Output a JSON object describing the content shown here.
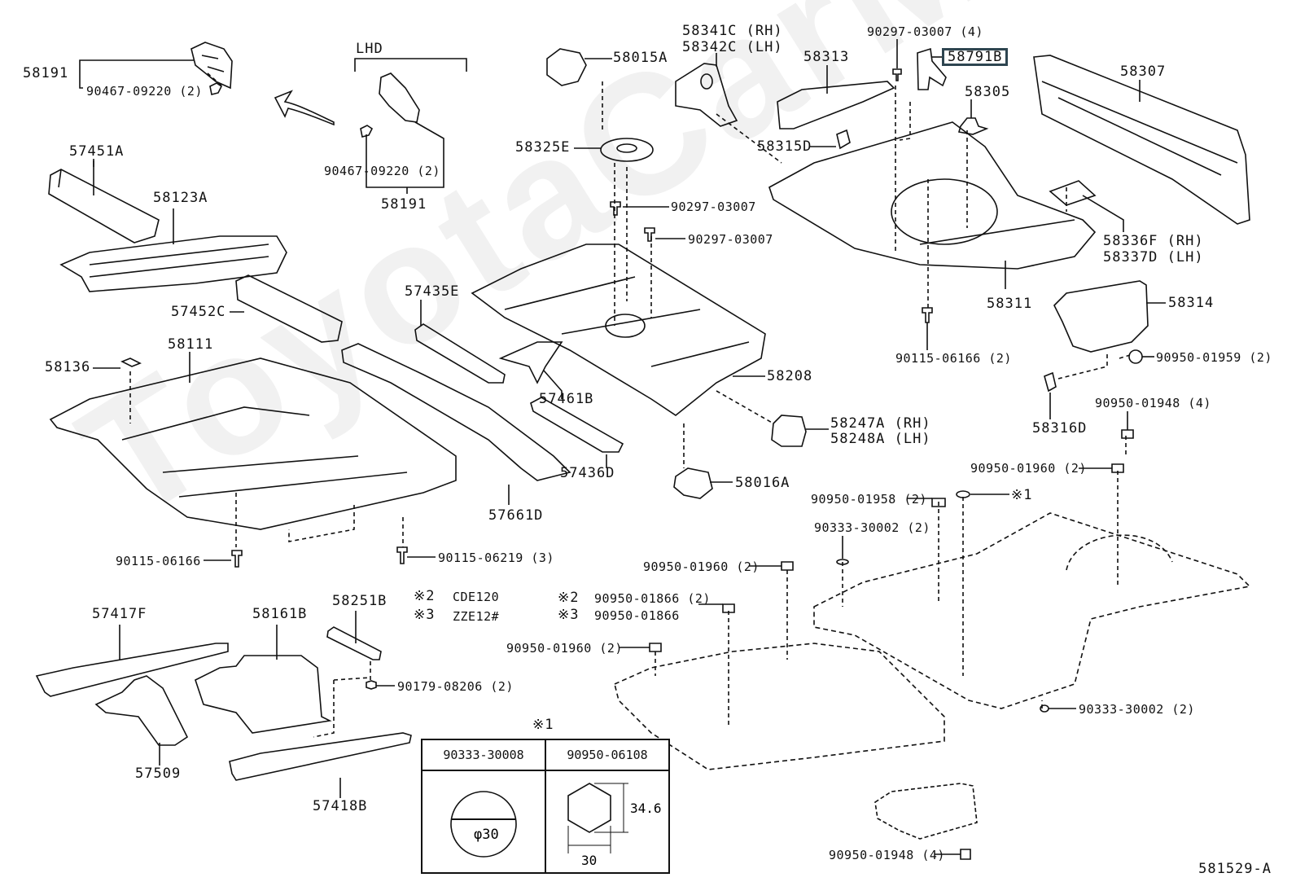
{
  "diagram": {
    "title": "Floor Pan & Lower Back Panel",
    "reference_code": "581529-A",
    "watermark": "ToyotaCarMirror",
    "highlighted_part": "58791B",
    "highlight_color": "#2e4550",
    "lhd_label": "LHD",
    "arrow_icon": "curved-arrow",
    "parts": [
      {
        "id": "p1",
        "label": "58191"
      },
      {
        "id": "p2",
        "label": "90467-09220 (2)"
      },
      {
        "id": "p3",
        "label": "90467-09220 (2)"
      },
      {
        "id": "p4",
        "label": "58191"
      },
      {
        "id": "p5",
        "label": "57451A"
      },
      {
        "id": "p6",
        "label": "58123A"
      },
      {
        "id": "p7",
        "label": "57452C"
      },
      {
        "id": "p8",
        "label": "58136"
      },
      {
        "id": "p9",
        "label": "58111"
      },
      {
        "id": "p10",
        "label": "90115-06166"
      },
      {
        "id": "p11",
        "label": "90115-06219 (3)"
      },
      {
        "id": "p12",
        "label": "58015A"
      },
      {
        "id": "p13",
        "label": "58325E"
      },
      {
        "id": "p14",
        "label": "90297-03007"
      },
      {
        "id": "p15",
        "label": "90297-03007"
      },
      {
        "id": "p16",
        "label": "57435E"
      },
      {
        "id": "p17",
        "label": "57461B"
      },
      {
        "id": "p18",
        "label": "57436D"
      },
      {
        "id": "p19",
        "label": "57661D"
      },
      {
        "id": "p20",
        "label": "58208"
      },
      {
        "id": "p21",
        "label": "58016A"
      },
      {
        "id": "p22",
        "label": "58247A (RH)"
      },
      {
        "id": "p23",
        "label": "58248A (LH)"
      },
      {
        "id": "p24",
        "label": "58341C (RH)"
      },
      {
        "id": "p25",
        "label": "58342C (LH)"
      },
      {
        "id": "p26",
        "label": "58313"
      },
      {
        "id": "p27",
        "label": "58315D"
      },
      {
        "id": "p28",
        "label": "90297-03007 (4)"
      },
      {
        "id": "p29",
        "label": "58791B"
      },
      {
        "id": "p30",
        "label": "58305"
      },
      {
        "id": "p31",
        "label": "58307"
      },
      {
        "id": "p32",
        "label": "58336F (RH)"
      },
      {
        "id": "p33",
        "label": "58337D (LH)"
      },
      {
        "id": "p34",
        "label": "58311"
      },
      {
        "id": "p35",
        "label": "58314"
      },
      {
        "id": "p36",
        "label": "90115-06166 (2)"
      },
      {
        "id": "p37",
        "label": "90950-01959 (2)"
      },
      {
        "id": "p38",
        "label": "58316D"
      },
      {
        "id": "p39",
        "label": "90950-01948 (4)"
      },
      {
        "id": "p40",
        "label": "90950-01960 (2)"
      },
      {
        "id": "p41",
        "label": "90950-01958 (2)"
      },
      {
        "id": "p42",
        "label": "※1"
      },
      {
        "id": "p43",
        "label": "90333-30002 (2)"
      },
      {
        "id": "p44",
        "label": "90950-01960 (2)"
      },
      {
        "id": "p45",
        "label": "90950-01960 (2)"
      },
      {
        "id": "p46",
        "label": "90333-30002 (2)"
      },
      {
        "id": "p47",
        "label": "90950-01948 (4)"
      },
      {
        "id": "p48",
        "label": "57417F"
      },
      {
        "id": "p49",
        "label": "58161B"
      },
      {
        "id": "p50",
        "label": "58251B"
      },
      {
        "id": "p51",
        "label": "90179-08206 (2)"
      },
      {
        "id": "p52",
        "label": "57509"
      },
      {
        "id": "p53",
        "label": "57418B"
      }
    ],
    "notes": [
      {
        "mark": "※2",
        "text": "CDE120"
      },
      {
        "mark": "※3",
        "text": "ZZE12#"
      }
    ],
    "variant_parts": [
      {
        "mark": "※2",
        "text": "90950-01866 (2)"
      },
      {
        "mark": "※3",
        "text": "90950-01866"
      }
    ],
    "spec_table": {
      "title": "※1",
      "columns": [
        {
          "part": "90333-30008",
          "shape": "circle",
          "diameter": "φ30"
        },
        {
          "part": "90950-06108",
          "shape": "hexagon",
          "width": "30",
          "height": "34.6"
        }
      ]
    }
  }
}
